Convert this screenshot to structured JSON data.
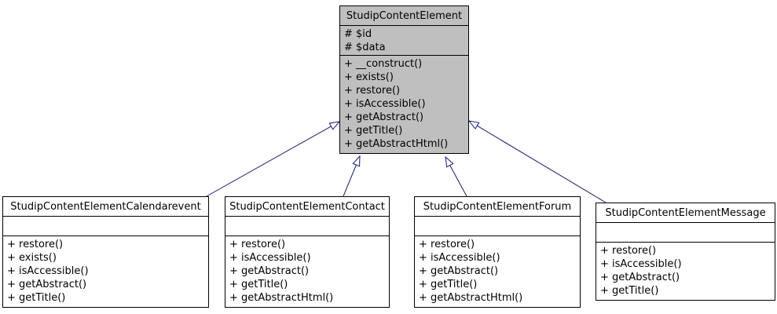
{
  "diagram": {
    "type": "uml-inheritance",
    "colors": {
      "parent_fill": "#bfbfbf",
      "child_fill": "#ffffff",
      "border": "#000000",
      "edge": "#191970",
      "background": "#ffffff"
    },
    "parent": {
      "name": "StudipContentElement",
      "attributes": [
        "# $id",
        "# $data"
      ],
      "methods": [
        "+ __construct()",
        "+ exists()",
        "+ restore()",
        "+ isAccessible()",
        "+ getAbstract()",
        "+ getTitle()",
        "+ getAbstractHtml()"
      ]
    },
    "children": [
      {
        "name": "StudipContentElementCalendarevent",
        "attributes": [],
        "methods": [
          "+ restore()",
          "+ exists()",
          "+ isAccessible()",
          "+ getAbstract()",
          "+ getTitle()"
        ]
      },
      {
        "name": "StudipContentElementContact",
        "attributes": [],
        "methods": [
          "+ restore()",
          "+ isAccessible()",
          "+ getAbstract()",
          "+ getTitle()",
          "+ getAbstractHtml()"
        ]
      },
      {
        "name": "StudipContentElementForum",
        "attributes": [],
        "methods": [
          "+ restore()",
          "+ isAccessible()",
          "+ getAbstract()",
          "+ getTitle()",
          "+ getAbstractHtml()"
        ]
      },
      {
        "name": "StudipContentElementMessage",
        "attributes": [],
        "methods": [
          "+ restore()",
          "+ isAccessible()",
          "+ getAbstract()",
          "+ getTitle()"
        ]
      }
    ],
    "relationships": [
      {
        "from": "StudipContentElementCalendarevent",
        "to": "StudipContentElement",
        "type": "inheritance"
      },
      {
        "from": "StudipContentElementContact",
        "to": "StudipContentElement",
        "type": "inheritance"
      },
      {
        "from": "StudipContentElementForum",
        "to": "StudipContentElement",
        "type": "inheritance"
      },
      {
        "from": "StudipContentElementMessage",
        "to": "StudipContentElement",
        "type": "inheritance"
      }
    ]
  }
}
